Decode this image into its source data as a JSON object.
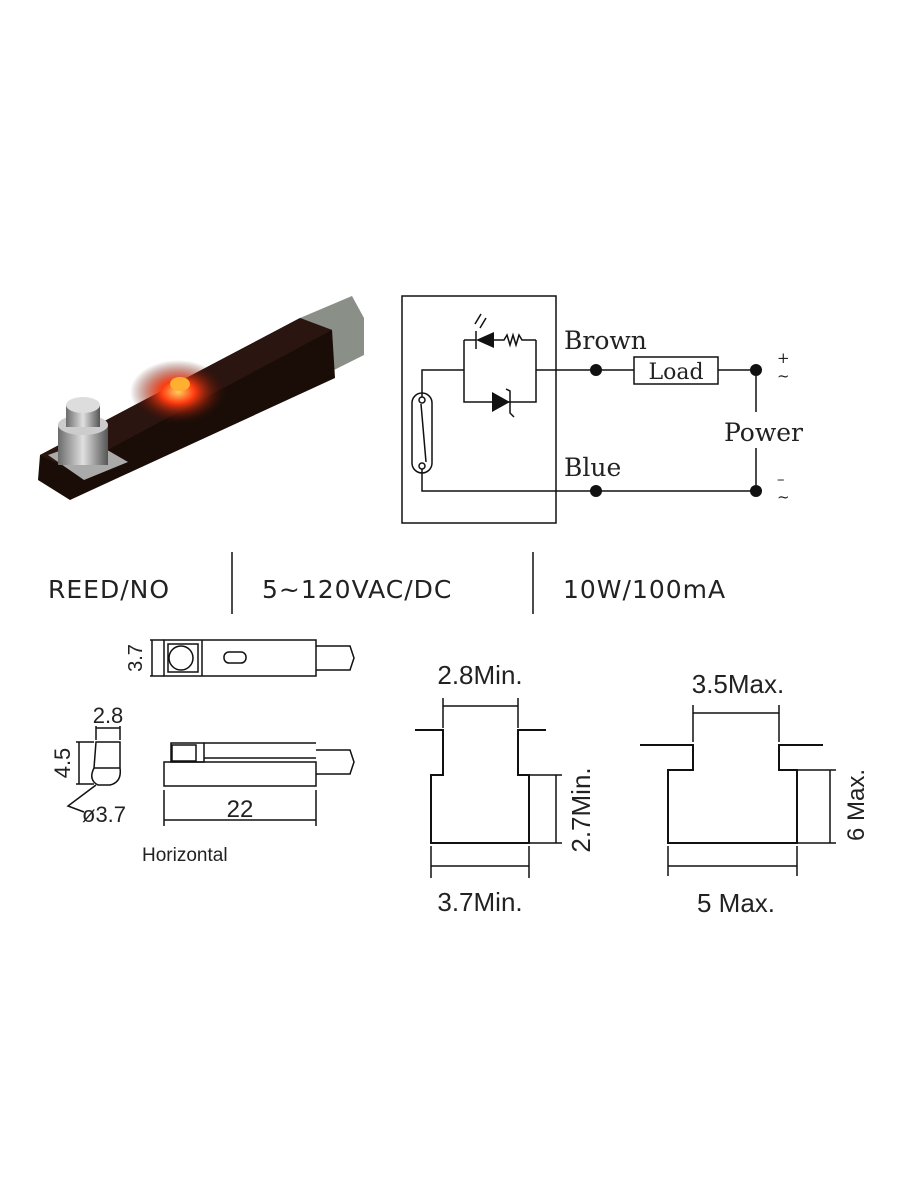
{
  "circuit": {
    "brown_label": "Brown",
    "blue_label": "Blue",
    "load_label": "Load",
    "power_label": "Power",
    "plus_symbol": "+",
    "minus_symbol": "–",
    "ac_symbol": "~"
  },
  "specs": {
    "type": "REED/NO",
    "voltage": "5~120VAC/DC",
    "power": "10W/100mA"
  },
  "dimensions": {
    "height_top": "3.7",
    "width_head": "2.8",
    "height_head": "4.5",
    "diameter": "ø3.7",
    "length": "22",
    "orientation_label": "Horizontal",
    "slot_min_top": "2.8Min.",
    "slot_min_depth": "2.7Min.",
    "slot_min_bottom": "3.7Min.",
    "slot_max_top": "3.5Max.",
    "slot_max_depth": "6 Max.",
    "slot_max_bottom": "5 Max."
  },
  "colors": {
    "led_glow": "#ff3b10",
    "body": "#1a0d08",
    "cable": "#8a8f88"
  }
}
